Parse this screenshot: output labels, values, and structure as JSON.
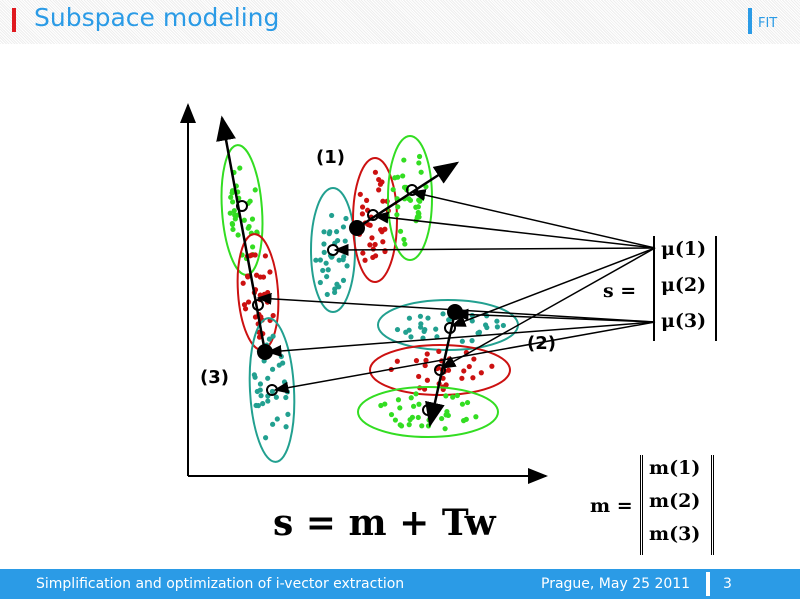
{
  "header": {
    "title": "Subspace modeling",
    "logo": "FIT"
  },
  "footer": {
    "left": "Simplification and optimization of i-vector extraction",
    "right": "Prague, May 25 2011",
    "page": "3"
  },
  "diagram": {
    "labels": [
      "(1)",
      "(2)",
      "(3)"
    ],
    "equation": "s = m + Tw",
    "s_vector": {
      "lhs": "s =",
      "entries": [
        "μ(1)",
        "μ(2)",
        "μ(3)"
      ]
    },
    "m_vector": {
      "lhs": "m =",
      "entries": [
        "m(1)",
        "m(2)",
        "m(3)"
      ]
    },
    "colors": {
      "green": "#33dd22",
      "red": "#cc1111",
      "teal": "#22a090"
    }
  }
}
